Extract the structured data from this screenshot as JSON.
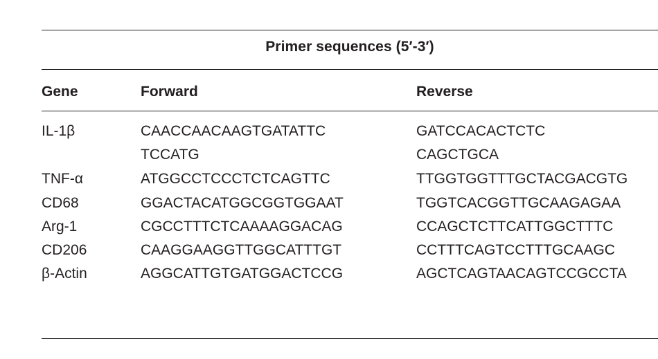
{
  "table": {
    "caption": "Primer sequences (5′-3′)",
    "headers": {
      "gene": "Gene",
      "forward": "Forward",
      "reverse": "Reverse"
    },
    "rows": [
      {
        "gene": "IL-1β",
        "forward": "CAACCAACAAGTGATATTC",
        "reverse": "GATCCACACTCTC"
      },
      {
        "gene": "",
        "forward": "TCCATG",
        "reverse": "CAGCTGCA"
      },
      {
        "gene": "TNF-α",
        "forward": "ATGGCCTCCCTCTCAGTTC",
        "reverse": "TTGGTGGTTTGCTACGACGTG"
      },
      {
        "gene": "CD68",
        "forward": "GGACTACATGGCGGTGGAAT",
        "reverse": "TGGTCACGGTTGCAAGAGAA"
      },
      {
        "gene": "Arg-1",
        "forward": "CGCCTTTCTCAAAAGGACAG",
        "reverse": "CCAGCTCTTCATTGGCTTTC"
      },
      {
        "gene": "CD206",
        "forward": "CAAGGAAGGTTGGCATTTGT",
        "reverse": "CCTTTCAGTCCTTTGCAAGC"
      },
      {
        "gene": "β-Actin",
        "forward": "AGGCATTGTGATGGACTCCG",
        "reverse": "AGCTCAGTAACAGTCCGCCTA"
      }
    ]
  }
}
